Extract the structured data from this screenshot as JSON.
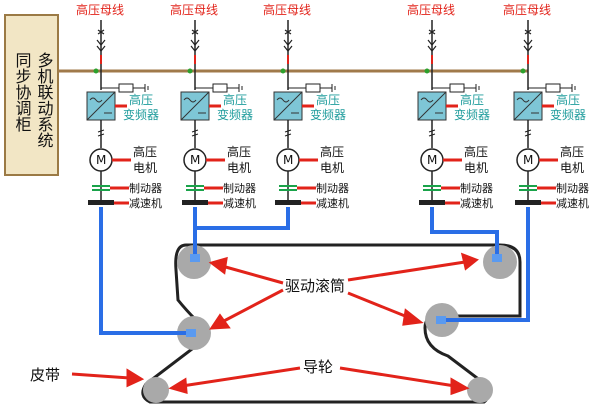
{
  "bus_label": "高压母线",
  "cabinet_title": "多机联动系统",
  "cabinet_subtitle": "同步协调柜",
  "inverter_label_1": "高压",
  "inverter_label_2": "变频器",
  "motor_label_1": "高压",
  "motor_label_2": "电机",
  "motor_symbol": "M",
  "brake_label": "制动器",
  "reducer_label": "减速机",
  "drum_label": "驱动滚筒",
  "guide_label": "导轮",
  "belt_label": "皮带",
  "colors": {
    "cabinet": "#f2e6c5",
    "cabinet_border": "#9b7a45",
    "bus": "#e2231a",
    "inverter": "#7ec6d6",
    "wire_blue": "#2a6ee6",
    "link_brown": "#a07a4a",
    "belt": "#222222",
    "drum": "#a9a9a9"
  }
}
